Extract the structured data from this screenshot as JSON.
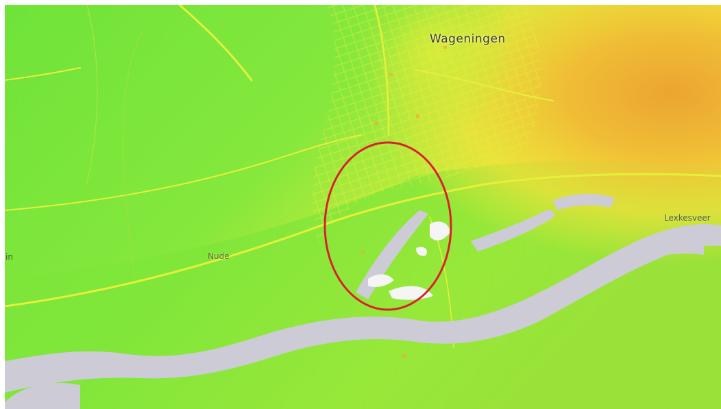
{
  "map": {
    "places": {
      "wageningen": "Wageningen",
      "nude": "Nude",
      "lexkesveer": "Lexkesveer",
      "edge_fragment": "in"
    },
    "colors": {
      "lowland_green": "#79e83a",
      "mid_green": "#a6e73c",
      "yellow": "#e3f03a",
      "high_orange": "#eeb534",
      "water_grey": "#cdcbd6",
      "highlight_ring": "#d8212a"
    },
    "annotation": {
      "shape": "ellipse",
      "color": "#d8212a"
    }
  }
}
